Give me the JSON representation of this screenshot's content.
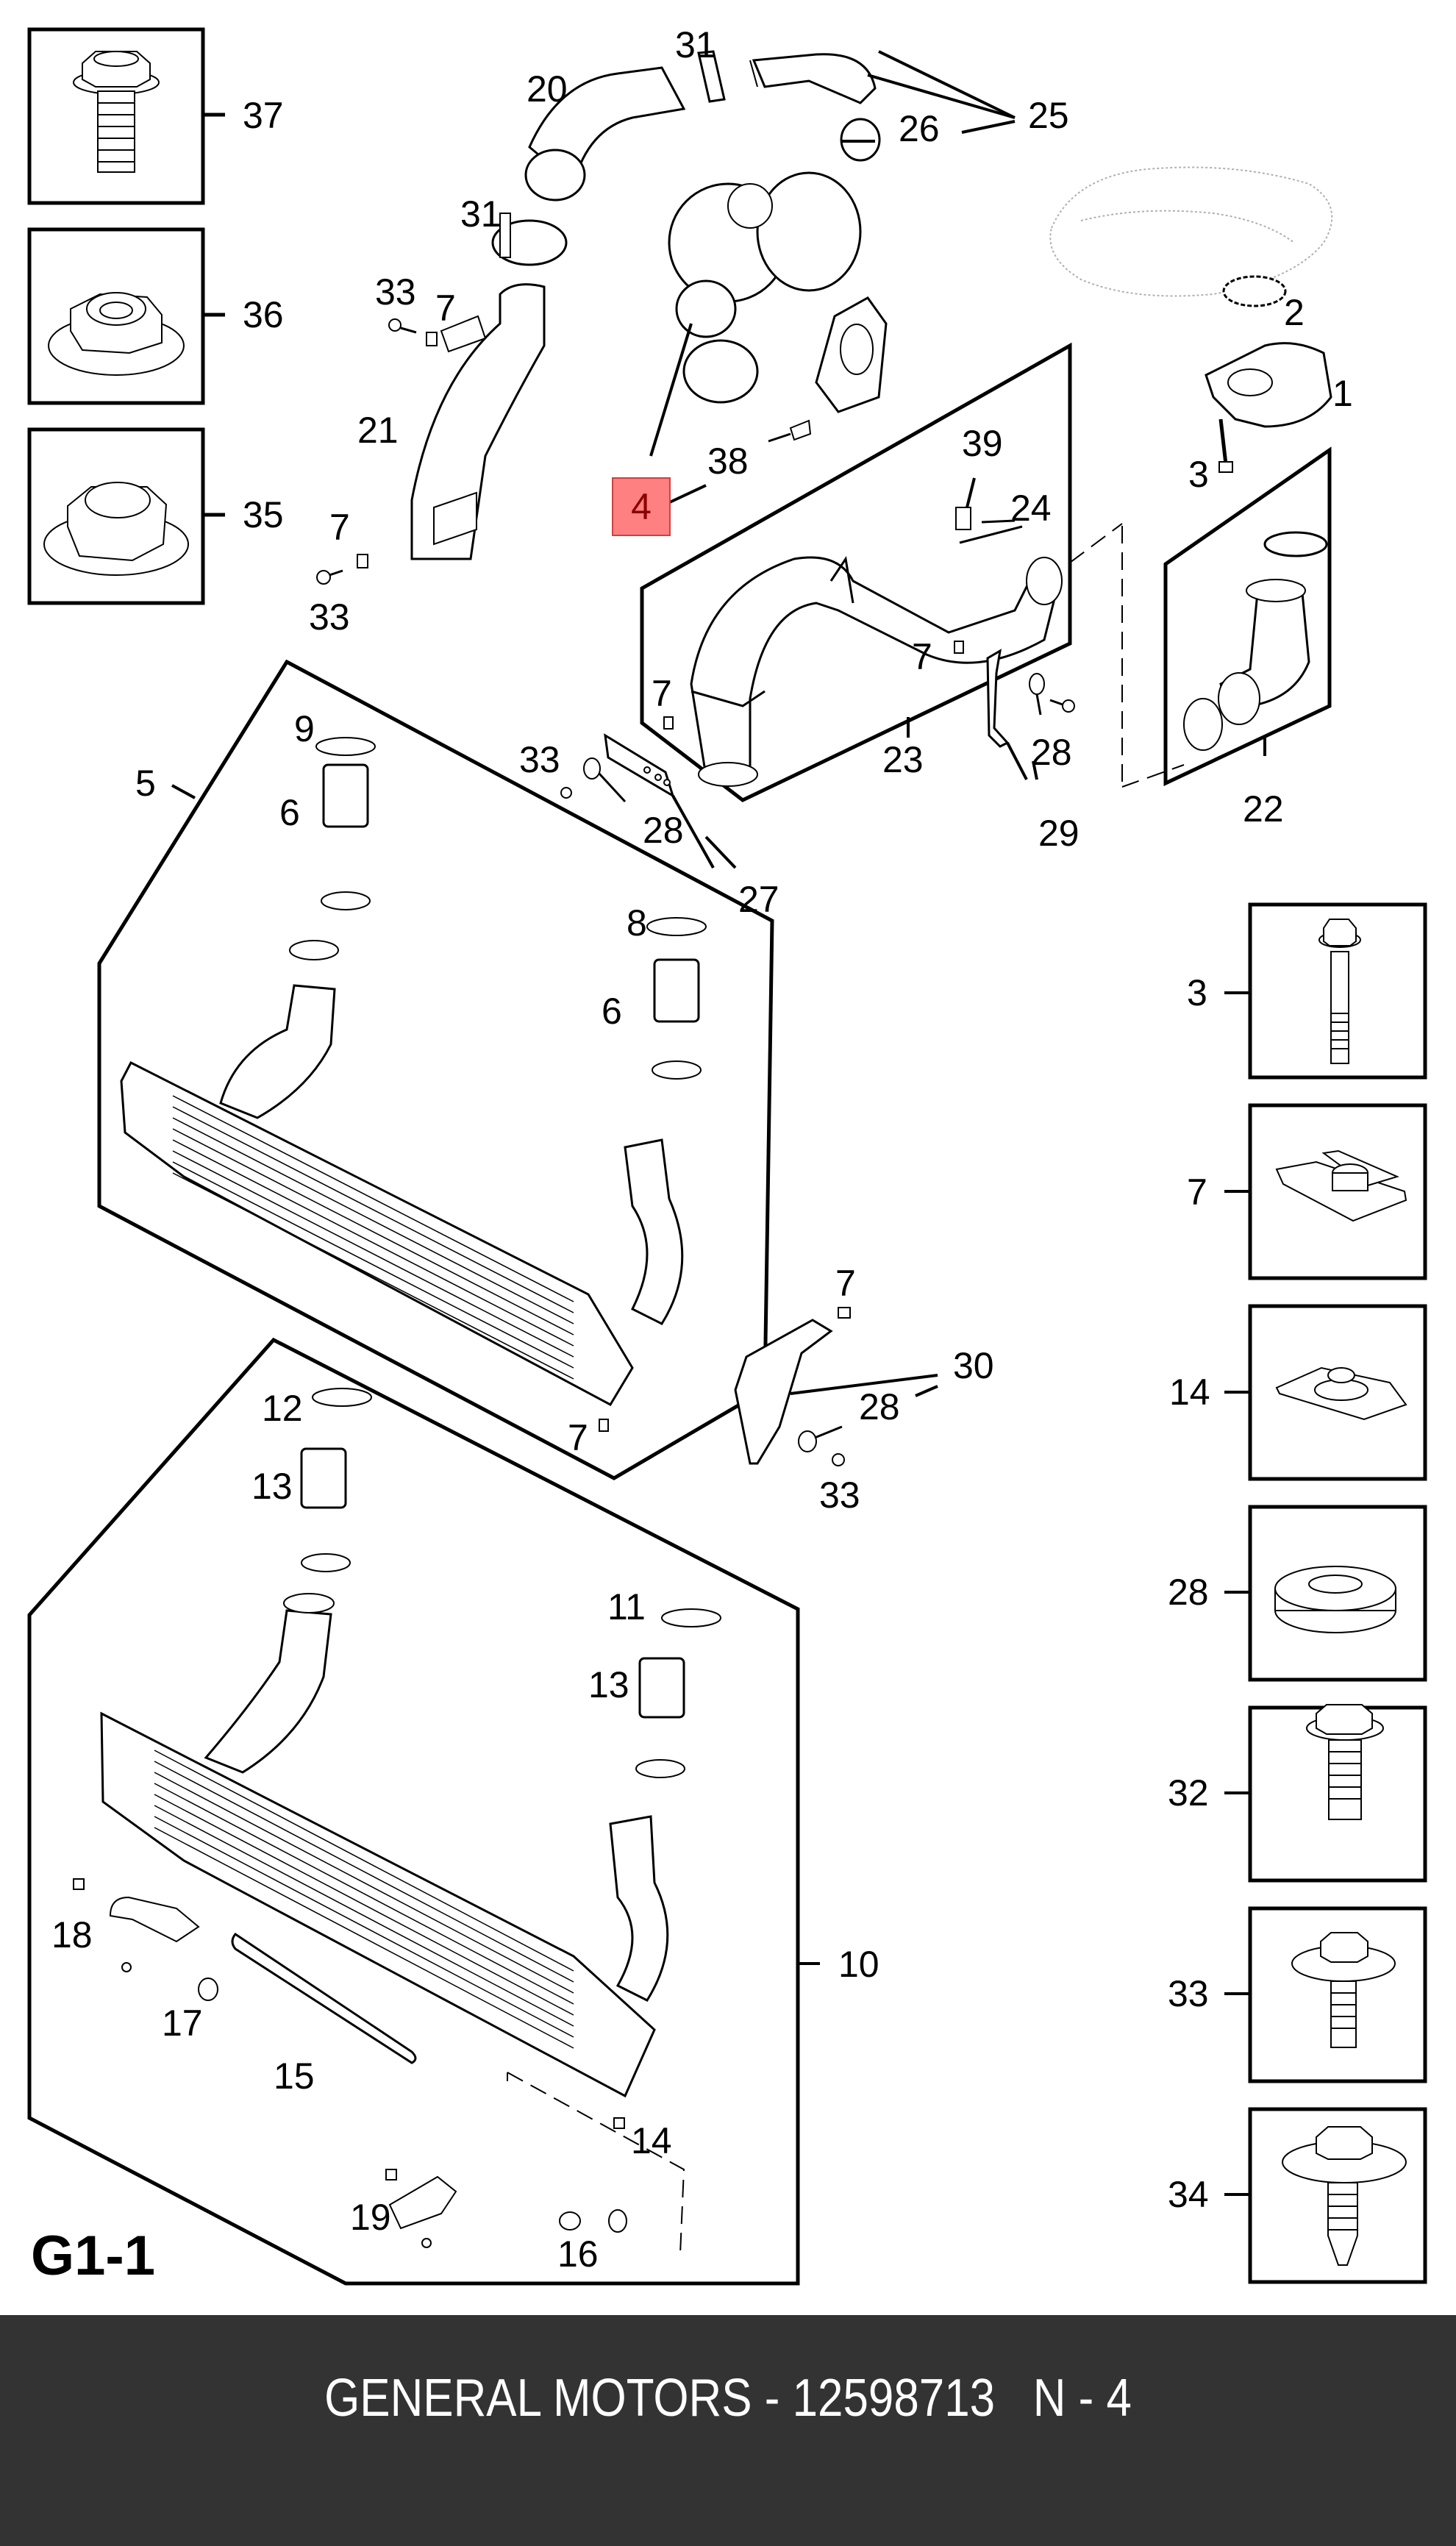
{
  "diagram": {
    "figure_id": "G1-1",
    "highlighted_callout": "4",
    "highlight_color": "#ff8080",
    "callouts": {
      "c1": "1",
      "c2": "2",
      "c3_top": "3",
      "c4": "4",
      "c5": "5",
      "c6_left": "6",
      "c6_right": "6",
      "c7_a": "7",
      "c7_b": "7",
      "c7_c": "7",
      "c7_d": "7",
      "c7_e": "7",
      "c7_f": "7",
      "c8": "8",
      "c9": "9",
      "c10": "10",
      "c11": "11",
      "c12": "12",
      "c13_left": "13",
      "c13_right": "13",
      "c14": "14",
      "c15": "15",
      "c16": "16",
      "c17": "17",
      "c18": "18",
      "c19": "19",
      "c20": "20",
      "c21": "21",
      "c22": "22",
      "c23": "23",
      "c24": "24",
      "c25": "25",
      "c26": "26",
      "c27": "27",
      "c28_a": "28",
      "c28_b": "28",
      "c28_c": "28",
      "c29": "29",
      "c30": "30",
      "c31_a": "31",
      "c31_b": "31",
      "c33_a": "33",
      "c33_b": "33",
      "c33_c": "33",
      "c33_d": "33",
      "c38": "38",
      "c39": "39"
    },
    "fastener_legend_left": [
      {
        "number": "37",
        "icon": "flange-bolt-short-icon"
      },
      {
        "number": "36",
        "icon": "flange-nut-icon"
      },
      {
        "number": "35",
        "icon": "flange-nut-large-icon"
      }
    ],
    "fastener_legend_right": [
      {
        "number": "3",
        "icon": "flange-bolt-long-icon"
      },
      {
        "number": "7",
        "icon": "u-clip-nut-icon"
      },
      {
        "number": "14",
        "icon": "clip-nut-flat-icon"
      },
      {
        "number": "28",
        "icon": "grommet-icon"
      },
      {
        "number": "32",
        "icon": "flange-bolt-icon"
      },
      {
        "number": "33",
        "icon": "washer-bolt-icon"
      },
      {
        "number": "34",
        "icon": "washer-bolt-tapered-icon"
      }
    ]
  },
  "footer": {
    "text": "GENERAL MOTORS - 12598713   N - 4",
    "brand": "GENERAL MOTORS",
    "part_number": "12598713",
    "position_label": "N - 4",
    "background": "#333333"
  }
}
